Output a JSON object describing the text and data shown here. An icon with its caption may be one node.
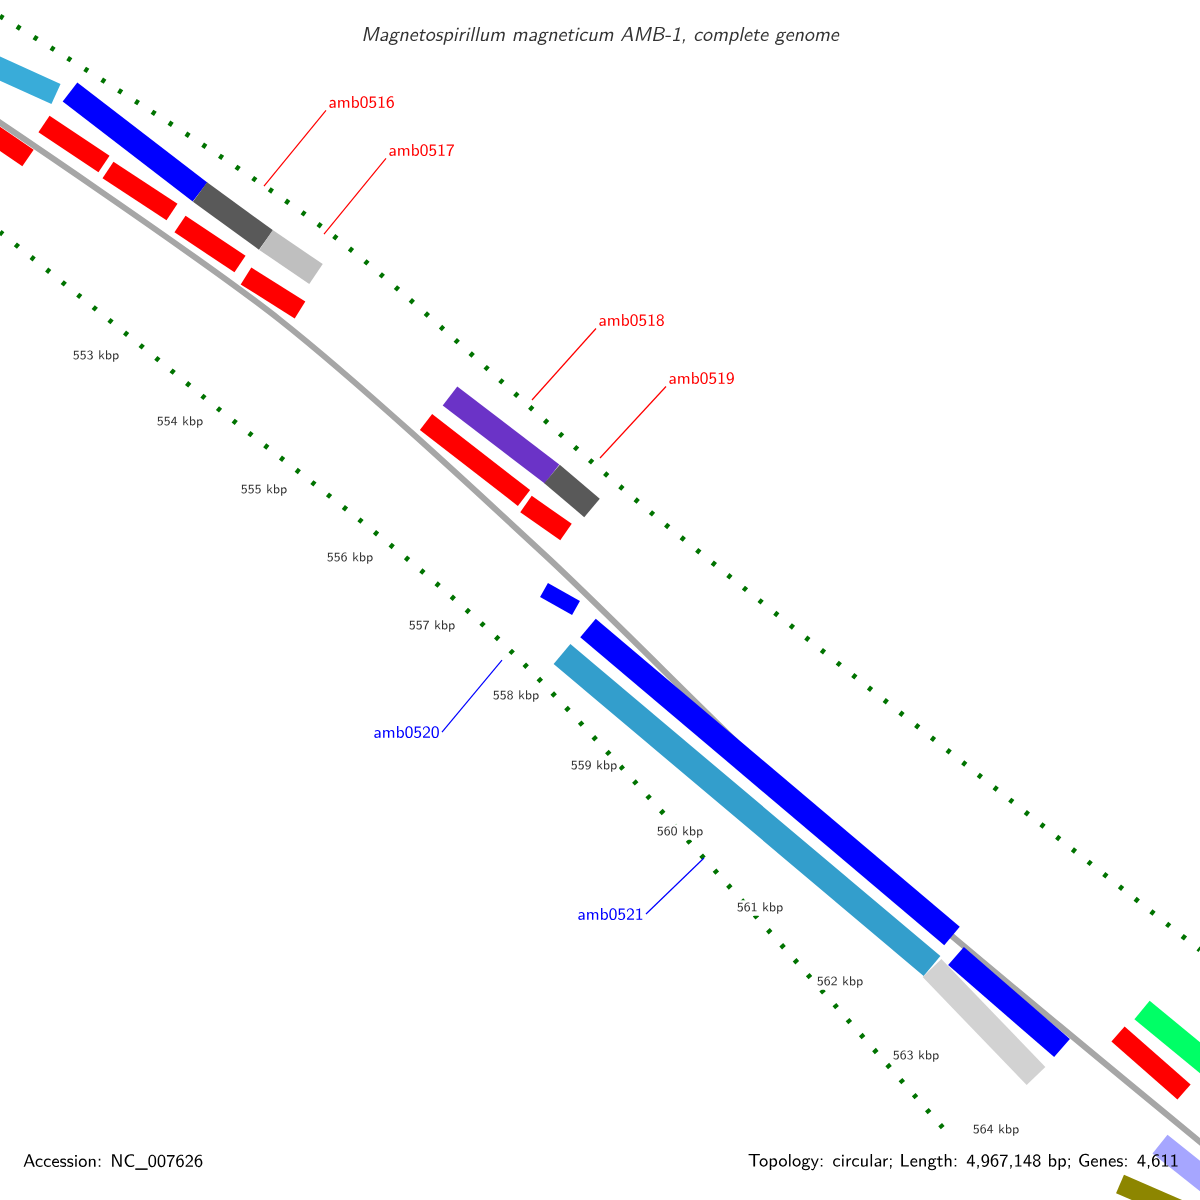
{
  "diagram": {
    "title": "Magnetospirillum magneticum AMB-1, complete genome",
    "nodes": [
      {
        "text": [
          "amb0516"
        ]
      },
      {
        "text": [
          "amb0517"
        ]
      },
      {
        "text": [
          "amb0518"
        ]
      },
      {
        "text": [
          "amb0519"
        ]
      },
      {
        "text": [
          "amb0520"
        ]
      },
      {
        "text": [
          "amb0521"
        ]
      }
    ],
    "edges": [
      {
        "from": 0,
        "to": null,
        "arrow": "none"
      },
      {
        "from": 1,
        "to": null,
        "arrow": "none"
      },
      {
        "from": 2,
        "to": null,
        "arrow": "none"
      },
      {
        "from": 3,
        "to": null,
        "arrow": "none"
      },
      {
        "from": 4,
        "to": null,
        "arrow": "none",
        "color": "#0000ff"
      },
      {
        "from": 5,
        "to": null,
        "arrow": "none",
        "color": "#0000ff"
      }
    ],
    "labels": [
      "553 kbp",
      "554 kbp",
      "555 kbp",
      "556 kbp",
      "557 kbp",
      "558 kbp",
      "559 kbp",
      "560 kbp",
      "561 kbp",
      "562 kbp",
      "563 kbp",
      "564 kbp",
      "Accession: NC_007626",
      "Topology: circular; Length: 4,967,148 bp; Genes: 4,611"
    ]
  }
}
